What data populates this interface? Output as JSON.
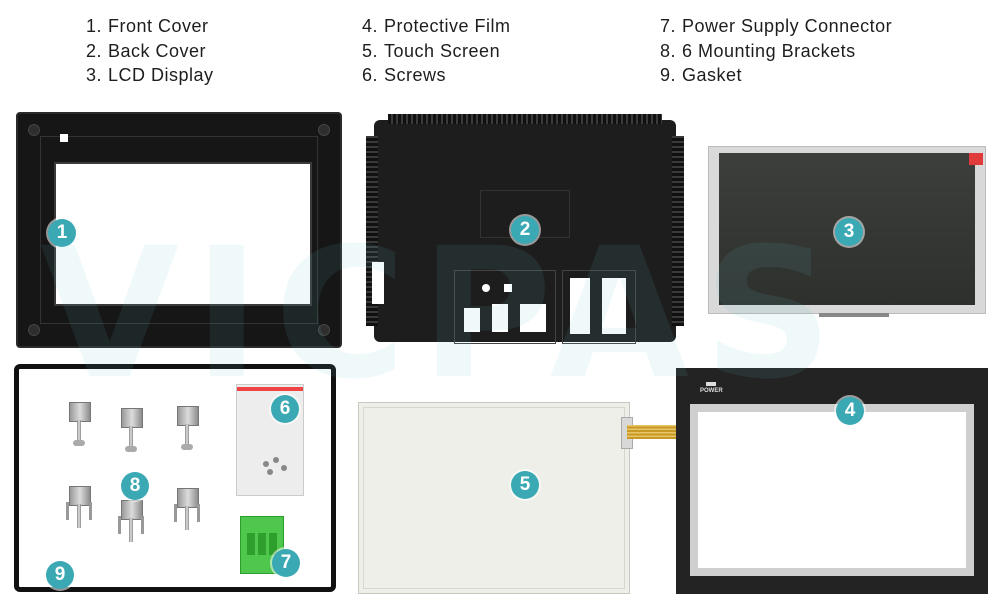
{
  "legend": {
    "col1": [
      {
        "num": "1.",
        "label": "Front Cover"
      },
      {
        "num": "2.",
        "label": "Back Cover"
      },
      {
        "num": "3.",
        "label": "LCD Display"
      }
    ],
    "col2": [
      {
        "num": "4.",
        "label": "Protective Film"
      },
      {
        "num": "5.",
        "label": "Touch Screen"
      },
      {
        "num": "6.",
        "label": "Screws"
      }
    ],
    "col3": [
      {
        "num": "7.",
        "label": "Power Supply Connector"
      },
      {
        "num": "8.",
        "label": "6 Mounting Brackets"
      },
      {
        "num": "9.",
        "label": "Gasket"
      }
    ]
  },
  "badges": {
    "b1": "1",
    "b2": "2",
    "b3": "3",
    "b4": "4",
    "b5": "5",
    "b6": "6",
    "b7": "7",
    "b8": "8",
    "b9": "9"
  },
  "film_label": "POWER",
  "watermark": "VICPAS",
  "colors": {
    "badge": "#3ba9b4",
    "lcd_tab": "#e23b3b",
    "connector": "#4fc64c",
    "cable": "#c79a28"
  }
}
